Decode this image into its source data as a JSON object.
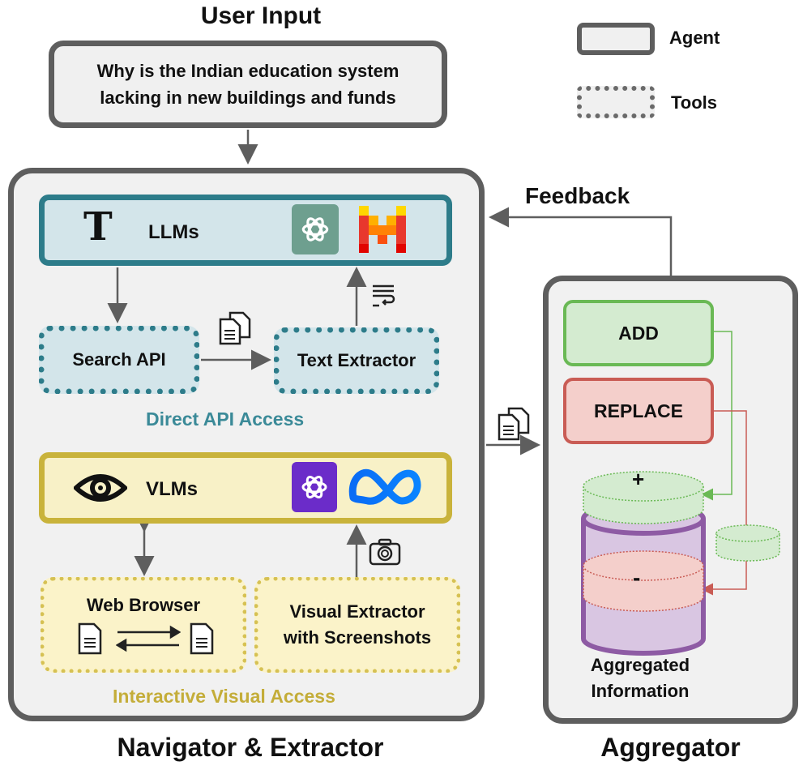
{
  "user_input": {
    "title": "User Input",
    "query_line1": "Why is the Indian education system",
    "query_line2": "lacking in new buildings and funds"
  },
  "legend": {
    "agent_label": "Agent",
    "tools_label": "Tools"
  },
  "feedback_label": "Feedback",
  "navigator": {
    "llm_label": "LLMs",
    "llm_glyph": "T",
    "vlm_label": "VLMs",
    "search_api": "Search API",
    "text_extractor": "Text Extractor",
    "direct_api_label": "Direct API Access",
    "web_browser": "Web Browser",
    "visual_extractor_line1": "Visual Extractor",
    "visual_extractor_line2": "with Screenshots",
    "interactive_visual_label": "Interactive Visual Access",
    "title": "Navigator & Extractor"
  },
  "aggregator": {
    "add_label": "ADD",
    "replace_label": "REPLACE",
    "plus_symbol": "+",
    "minus_symbol": "-",
    "aggregated_line1": "Aggregated",
    "aggregated_line2": "Information",
    "title": "Aggregator"
  },
  "colors": {
    "teal_border": "#2d7c8a",
    "teal_fill": "#d3e5ea",
    "yellow_border": "#c9b33b",
    "yellow_fill": "#f8f1c7",
    "green_border": "#6ab955",
    "green_fill": "#d4ebd0",
    "red_border": "#c95c55",
    "red_fill": "#f4cfcb",
    "purple": "#8e5ba4",
    "gray_border": "#5e5e5e"
  },
  "icons": [
    "openai-logo-icon",
    "mistral-logo-icon",
    "eye-icon",
    "meta-logo-icon",
    "document-icon",
    "copy-documents-icon",
    "text-wrap-icon",
    "camera-icon",
    "database-icon"
  ]
}
